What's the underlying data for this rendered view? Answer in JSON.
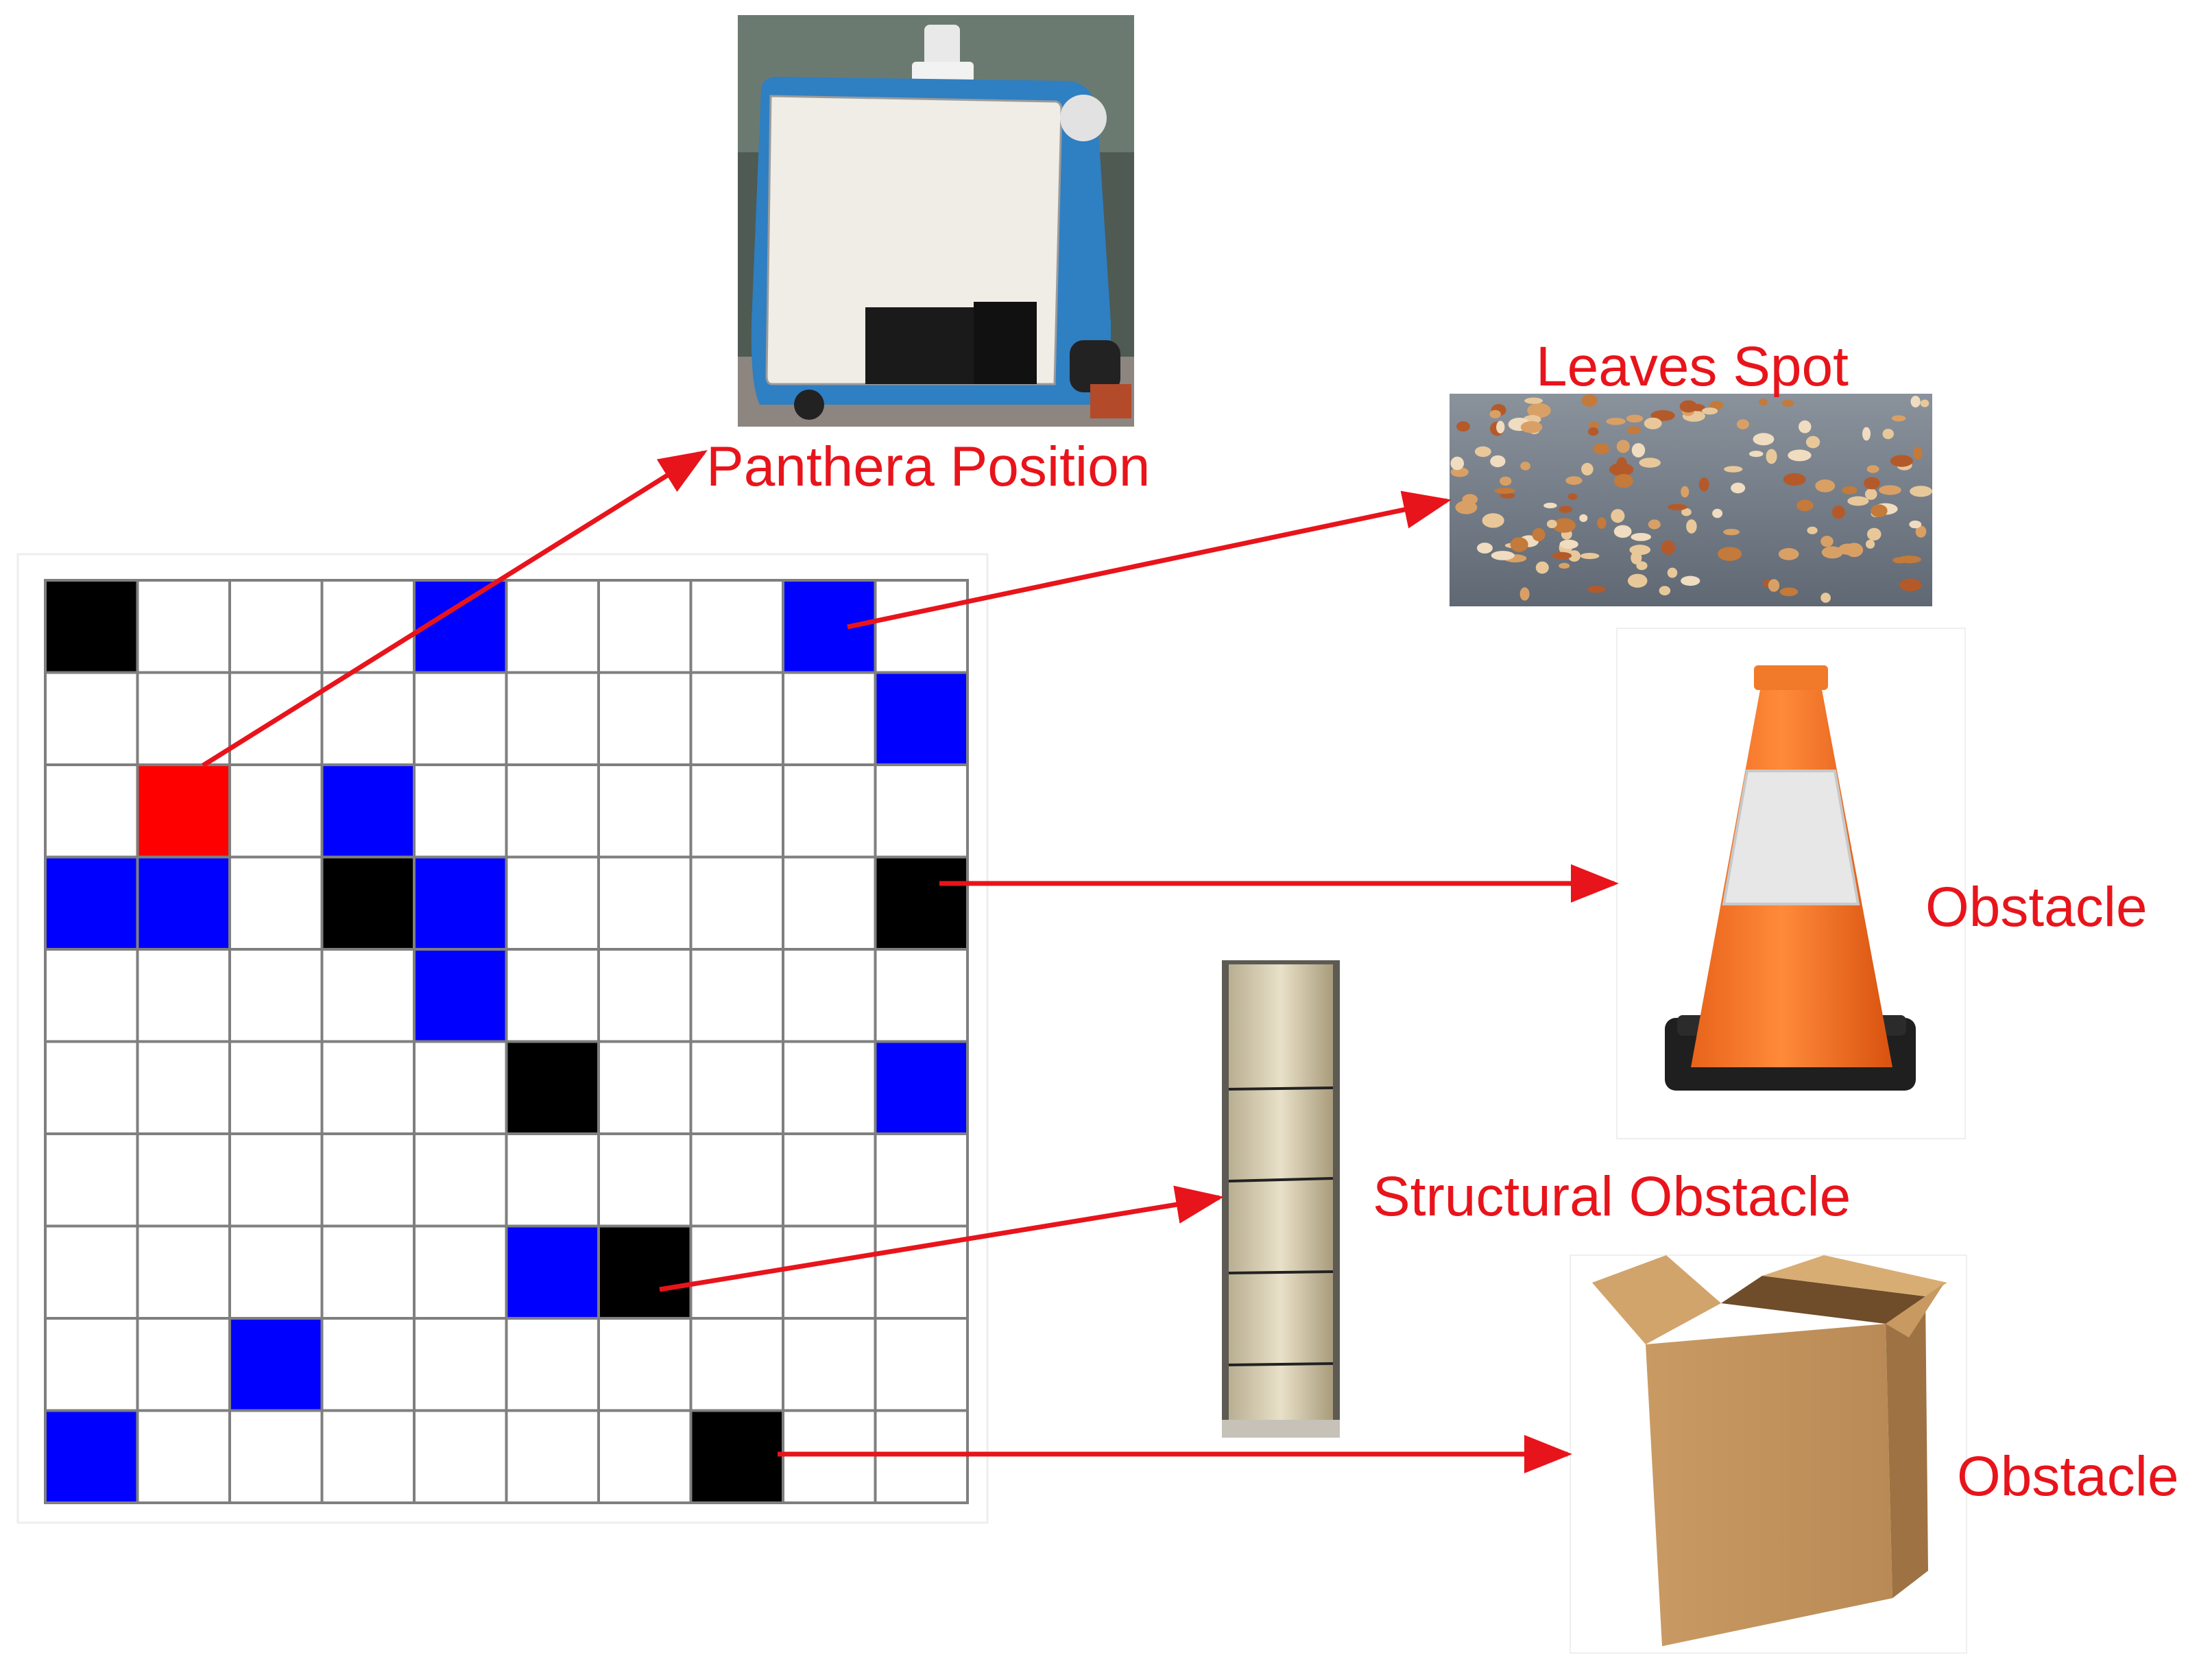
{
  "labels": {
    "panthera": "Panthera Position",
    "leaves": "Leaves Spot",
    "obstacle_cone": "Obstacle",
    "structural": "Structural Obstacle",
    "obstacle_box": "Obstacle"
  },
  "grid": {
    "rows": 10,
    "cols": 10,
    "legend": {
      "empty": "#ffffff",
      "leaves": "#0000ff",
      "obstacle": "#000000",
      "robot": "#ff0000"
    },
    "cells": [
      "OEEELEEELE",
      "EEEEEEEEEL",
      "ERELEEEEEE",
      "LLEOLEEEEO",
      "EEEELEEEEE",
      "EEEEEOEEEL",
      "EEEEEEEEEE",
      "EEEEELOEEE",
      "EELEEEEEEE",
      "LEEEEEEOEE"
    ]
  },
  "colors": {
    "accent": "#e8141b",
    "grid_line": "#7f7f7f"
  },
  "images": [
    "panthera-robot-photo",
    "fallen-leaves-photo",
    "traffic-cone-photo",
    "pillar-photo",
    "cardboard-box-photo"
  ]
}
